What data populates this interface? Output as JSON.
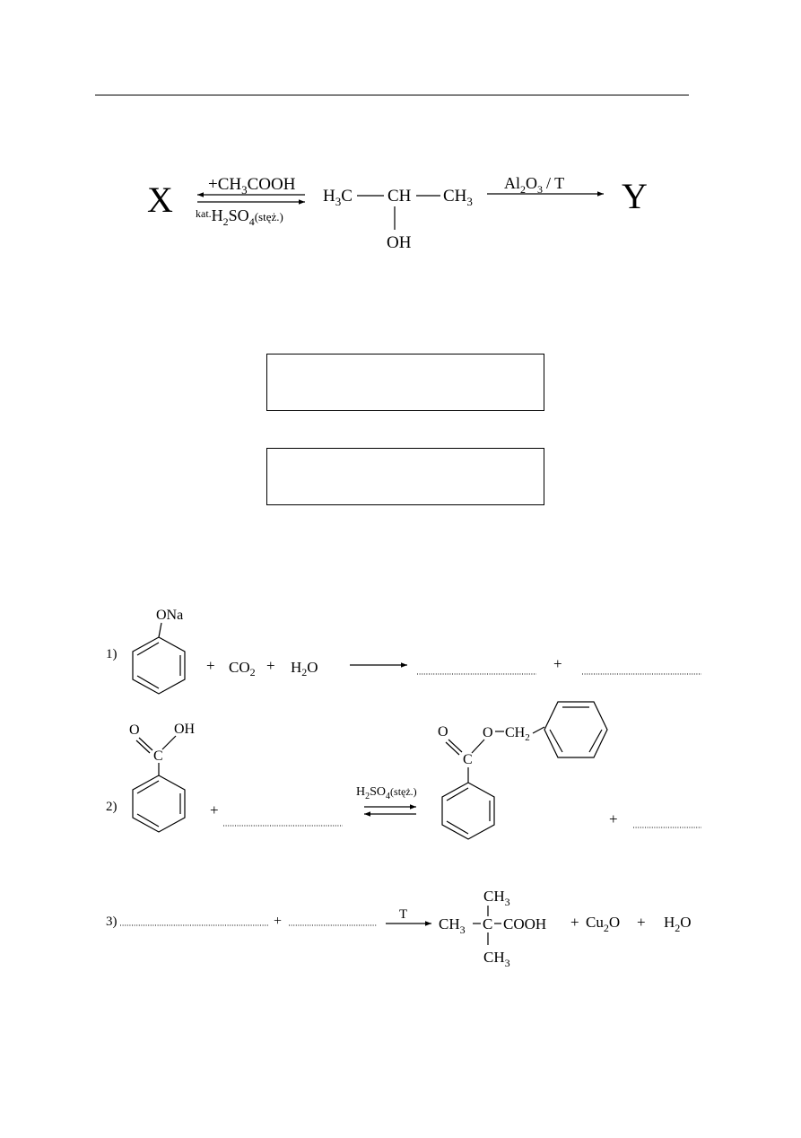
{
  "scheme": {
    "x_label": "X",
    "y_label": "Y",
    "reagent_top": "+CH3COOH",
    "reagent_top_parts": {
      "plus_ch": "+CH",
      "sub3": "3",
      "cooh": "COOH"
    },
    "catalyst": {
      "kat": "kat.",
      "h": "H",
      "s2": "2",
      "so": "SO",
      "s4": "4",
      "cond": "(stęż.)"
    },
    "molecule": {
      "h3c_h": "H",
      "h3c_3": "3",
      "h3c_c": "C",
      "ch": "CH",
      "ch3_c": "CH",
      "ch3_3": "3",
      "oh": "OH"
    },
    "right_reagent": {
      "al": "Al",
      "s2": "2",
      "o": "O",
      "s3": "3",
      "t": "/ T"
    }
  },
  "answer_boxes": [
    {
      "id": "box-1",
      "content": ""
    },
    {
      "id": "box-2",
      "content": ""
    }
  ],
  "reactions": {
    "r1": {
      "number": "1)",
      "ona": "ONa",
      "plus1": "+",
      "co2": {
        "co": "CO",
        "sub": "2"
      },
      "plus2": "+",
      "h2o": {
        "h": "H",
        "sub": "2",
        "o": "O"
      },
      "plus3": "+"
    },
    "r2": {
      "number": "2)",
      "o_left": "O",
      "oh": "OH",
      "c_left": "C",
      "plus1": "+",
      "catalyst": {
        "h": "H",
        "s2": "2",
        "so": "SO",
        "s4": "4",
        "cond": "(stęż.)"
      },
      "o_ester": "O",
      "o_ch2": "O",
      "ch2": {
        "ch": "CH",
        "sub": "2"
      },
      "c_ester": "C",
      "plus2": "+"
    },
    "r3": {
      "number": "3)",
      "plus1": "+",
      "t": "T",
      "ch3_top": {
        "ch": "CH",
        "sub": "3"
      },
      "ch3_left": {
        "ch": "CH",
        "sub": "3"
      },
      "c_center": "C",
      "cooh": "COOH",
      "ch3_bottom": {
        "ch": "CH",
        "sub": "3"
      },
      "plus2": "+",
      "cu2o": {
        "cu": "Cu",
        "sub": "2",
        "o": "O"
      },
      "plus3": "+",
      "h2o": {
        "h": "H",
        "sub": "2",
        "o": "O"
      }
    }
  }
}
